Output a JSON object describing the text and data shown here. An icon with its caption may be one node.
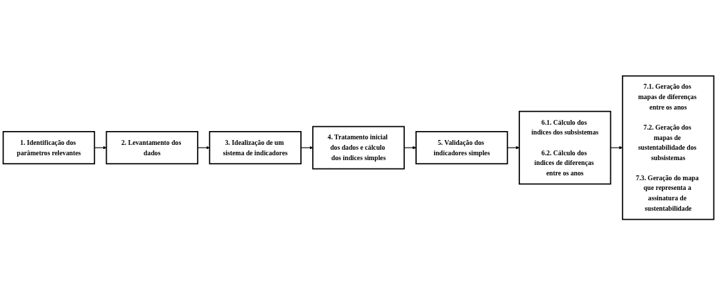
{
  "diagram": {
    "nodes": [
      {
        "text": [
          "1. Identificação dos parâmetros relevantes"
        ]
      },
      {
        "text": [
          "2. Levantamento dos dados"
        ]
      },
      {
        "text": [
          "3. Idealização de um sistema de indicadores"
        ]
      },
      {
        "text": [
          "4. Tratamento inicial dos dados e cálculo dos índices simples"
        ]
      },
      {
        "text": [
          "5. Validação dos indicadores simples"
        ]
      },
      {
        "text": [
          "6.1. Cálculo dos índices dos subsistemas",
          "6.2. Cálculo dos índices de diferenças entre os anos"
        ]
      },
      {
        "text": [
          "7.1. Geração dos mapas de diferenças entre os anos",
          "7.2. Geração dos mapas de sustentabilidade dos subsistemas",
          "7.3. Geração do mapa que representa a assinatura de sustentabilidade"
        ]
      }
    ],
    "edges": [
      {
        "from": 0,
        "to": 1,
        "arrow": "to"
      },
      {
        "from": 1,
        "to": 2,
        "arrow": "to"
      },
      {
        "from": 2,
        "to": 3,
        "arrow": "to"
      },
      {
        "from": 3,
        "to": 4,
        "arrow": "to"
      },
      {
        "from": 4,
        "to": 5,
        "arrow": "to"
      },
      {
        "from": 5,
        "to": 6,
        "arrow": "to"
      }
    ]
  }
}
